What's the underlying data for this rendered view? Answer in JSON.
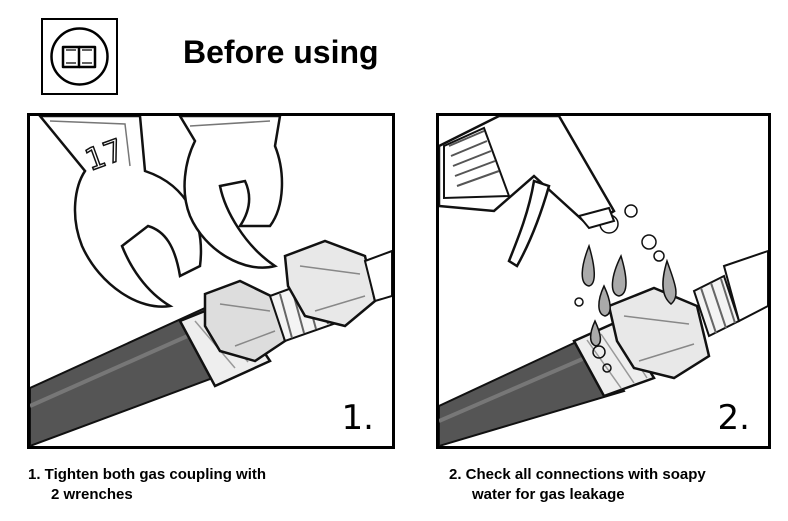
{
  "header": {
    "icon": "open-book-icon",
    "title": "Before using"
  },
  "steps": [
    {
      "number": "1.",
      "caption_line1": "1. Tighten both gas coupling with",
      "caption_line2": "2 wrenches",
      "illustration": "two-wrenches-on-hose-nut"
    },
    {
      "number": "2.",
      "caption_line1": "2. Check all connections with soapy",
      "caption_line2": "water for gas leakage",
      "illustration": "spray-bottle-soapy-water-on-connection"
    }
  ],
  "wrench_label": "17"
}
